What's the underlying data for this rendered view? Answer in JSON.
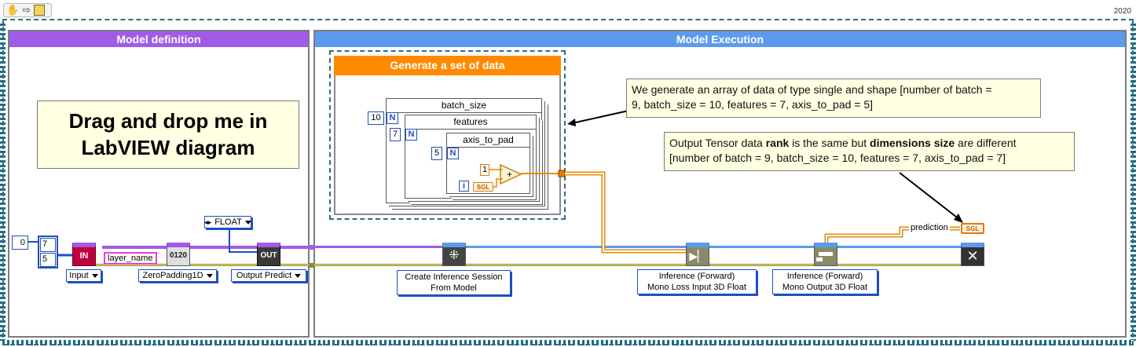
{
  "toolbar": {
    "hand": "✋",
    "arrow": "⇨"
  },
  "year": "2020",
  "panes": {
    "left_title": "Model definition",
    "right_title": "Model Execution",
    "left_color": "#a05be8",
    "right_color": "#5c9aee"
  },
  "drag_box": {
    "line1": "Drag and drop me in",
    "line2": "LabVIEW diagram"
  },
  "generate": {
    "title": "Generate a set of data",
    "loops": [
      "batch_size",
      "features",
      "axis_to_pad"
    ],
    "counts": [
      "10",
      "7",
      "5"
    ],
    "n_label": "N",
    "i_label": "i",
    "const_one": "1",
    "plus": "+",
    "sgl": "SGL"
  },
  "notes": {
    "data_note_1": "We generate an array of data of type single and shape [number of batch =",
    "data_note_2": "9, batch_size = 10, features = 7, axis_to_pad = 5]",
    "tensor_pre": "Output Tensor data ",
    "tensor_rank": "rank",
    "tensor_mid": " is the same but ",
    "tensor_dims": "dimensions size",
    "tensor_post": " are different",
    "tensor_2": "[number of batch = 9, batch_size = 10, features = 7, axis_to_pad = 7]"
  },
  "model": {
    "array_index": "0",
    "array_values": [
      "7",
      "5"
    ],
    "in_label": "IN",
    "layer_name": "layer_name",
    "zp_icon": "0120",
    "out_label": "OUT",
    "float_ring": "FLOAT",
    "input_ring": "Input",
    "zeropad_ring": "ZeroPadding1D",
    "output_ring": "Output Predict"
  },
  "execution": {
    "create_1": "Create Inference Session",
    "create_2": "From Model",
    "forward_a_1": "Inference (Forward)",
    "forward_a_2": "Mono Loss Input 3D Float",
    "forward_b_1": "Inference (Forward)",
    "forward_b_2": "Mono Output 3D Float",
    "prediction": "prediction",
    "sgl_ind": "SGL"
  },
  "colors": {
    "wire_class": "#a05be8",
    "wire_session": "#5c9aee",
    "wire_error": "#8a8a3a",
    "wire_float": "#e58a00",
    "note_bg": "#ffffe1"
  }
}
